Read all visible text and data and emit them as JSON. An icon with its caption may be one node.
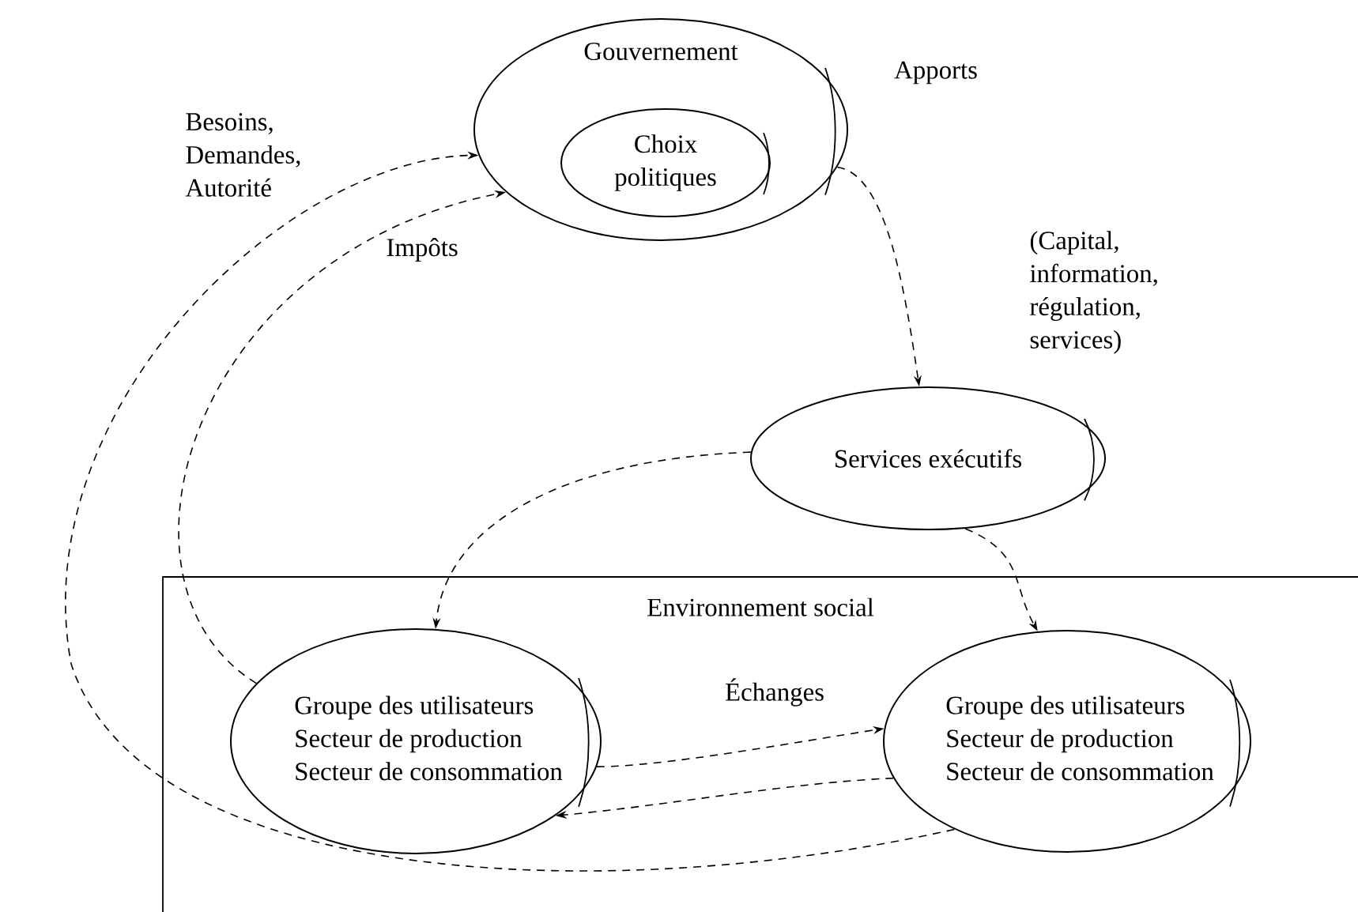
{
  "diagram": {
    "nodes": [
      {
        "text": [
          "Gouvernement"
        ]
      },
      {
        "text": [
          "Choix politiques"
        ],
        "in": 0
      },
      {
        "text": [
          "Services exécutifs"
        ]
      },
      {
        "text": [
          "Environnement social"
        ]
      },
      {
        "text": [
          "Groupe des utilisateurs",
          "Secteur de production",
          "Secteur de consommation"
        ],
        "in": 3
      },
      {
        "text": [
          "Groupe des utilisateurs",
          "Secteur de production",
          "Secteur de consommation"
        ],
        "in": 3
      }
    ],
    "edges": [
      {
        "from": 0,
        "to": 2,
        "arrow": "to"
      },
      {
        "from": 2,
        "to": 4,
        "arrow": "to"
      },
      {
        "from": 2,
        "to": 5,
        "arrow": "to"
      },
      {
        "from": 4,
        "to": 0,
        "arrow": "to",
        "label": "Impôts"
      },
      {
        "from": 5,
        "to": 0,
        "arrow": "to",
        "label": "Besoins, Demandes, Autorité"
      },
      {
        "from": 4,
        "to": 5,
        "arrow": "to",
        "label": "Échanges"
      },
      {
        "from": 5,
        "to": 4,
        "arrow": "to"
      }
    ],
    "labels": [
      "Apports",
      "(Capital, information, régulation, services)"
    ]
  }
}
